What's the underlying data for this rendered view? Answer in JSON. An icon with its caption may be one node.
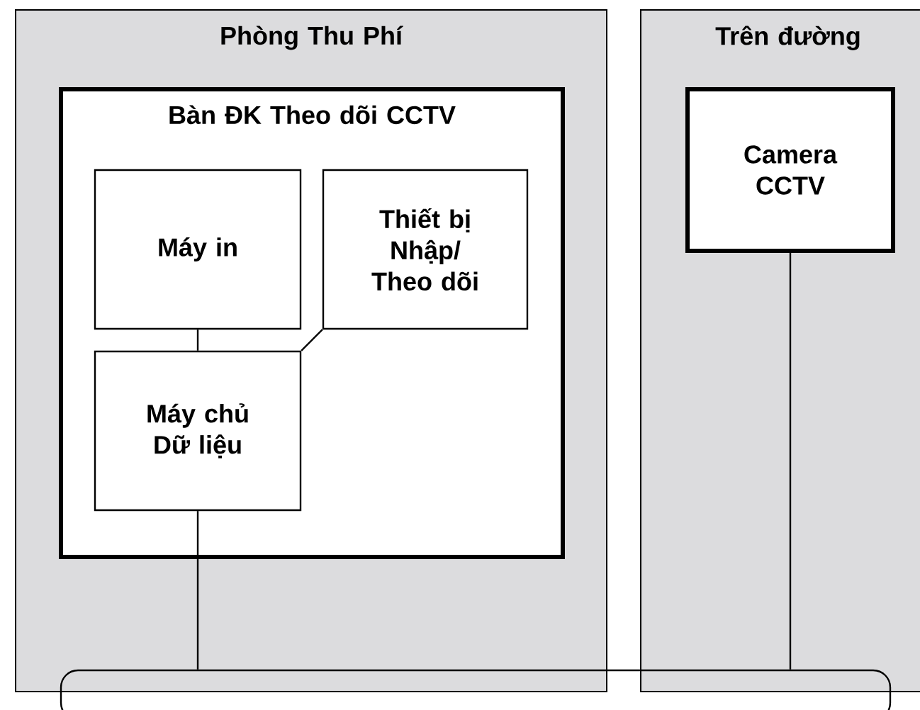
{
  "diagram": {
    "nodes": [
      {
        "text": [
          "Phòng Thu Phí"
        ]
      },
      {
        "text": [
          "Trên đường"
        ]
      },
      {
        "text": [
          "Bàn ĐK Theo dõi CCTV"
        ],
        "in": 0
      },
      {
        "text": [
          "Máy in"
        ],
        "in": 2
      },
      {
        "text": [
          "Thiết bị Nhập/ Theo dõi"
        ],
        "in": 2
      },
      {
        "text": [
          "Máy chủ Dữ liệu"
        ],
        "in": 2
      },
      {
        "text": [
          "Camera CCTV"
        ],
        "in": 1
      },
      {
        "text": [],
        "shape": "bar"
      }
    ],
    "edges": [
      {
        "from": 3,
        "to": 5,
        "arrow": "none"
      },
      {
        "from": 4,
        "to": 5,
        "arrow": "none"
      },
      {
        "from": 5,
        "to": 7,
        "arrow": "none"
      },
      {
        "from": 6,
        "to": 7,
        "arrow": "none"
      }
    ]
  }
}
